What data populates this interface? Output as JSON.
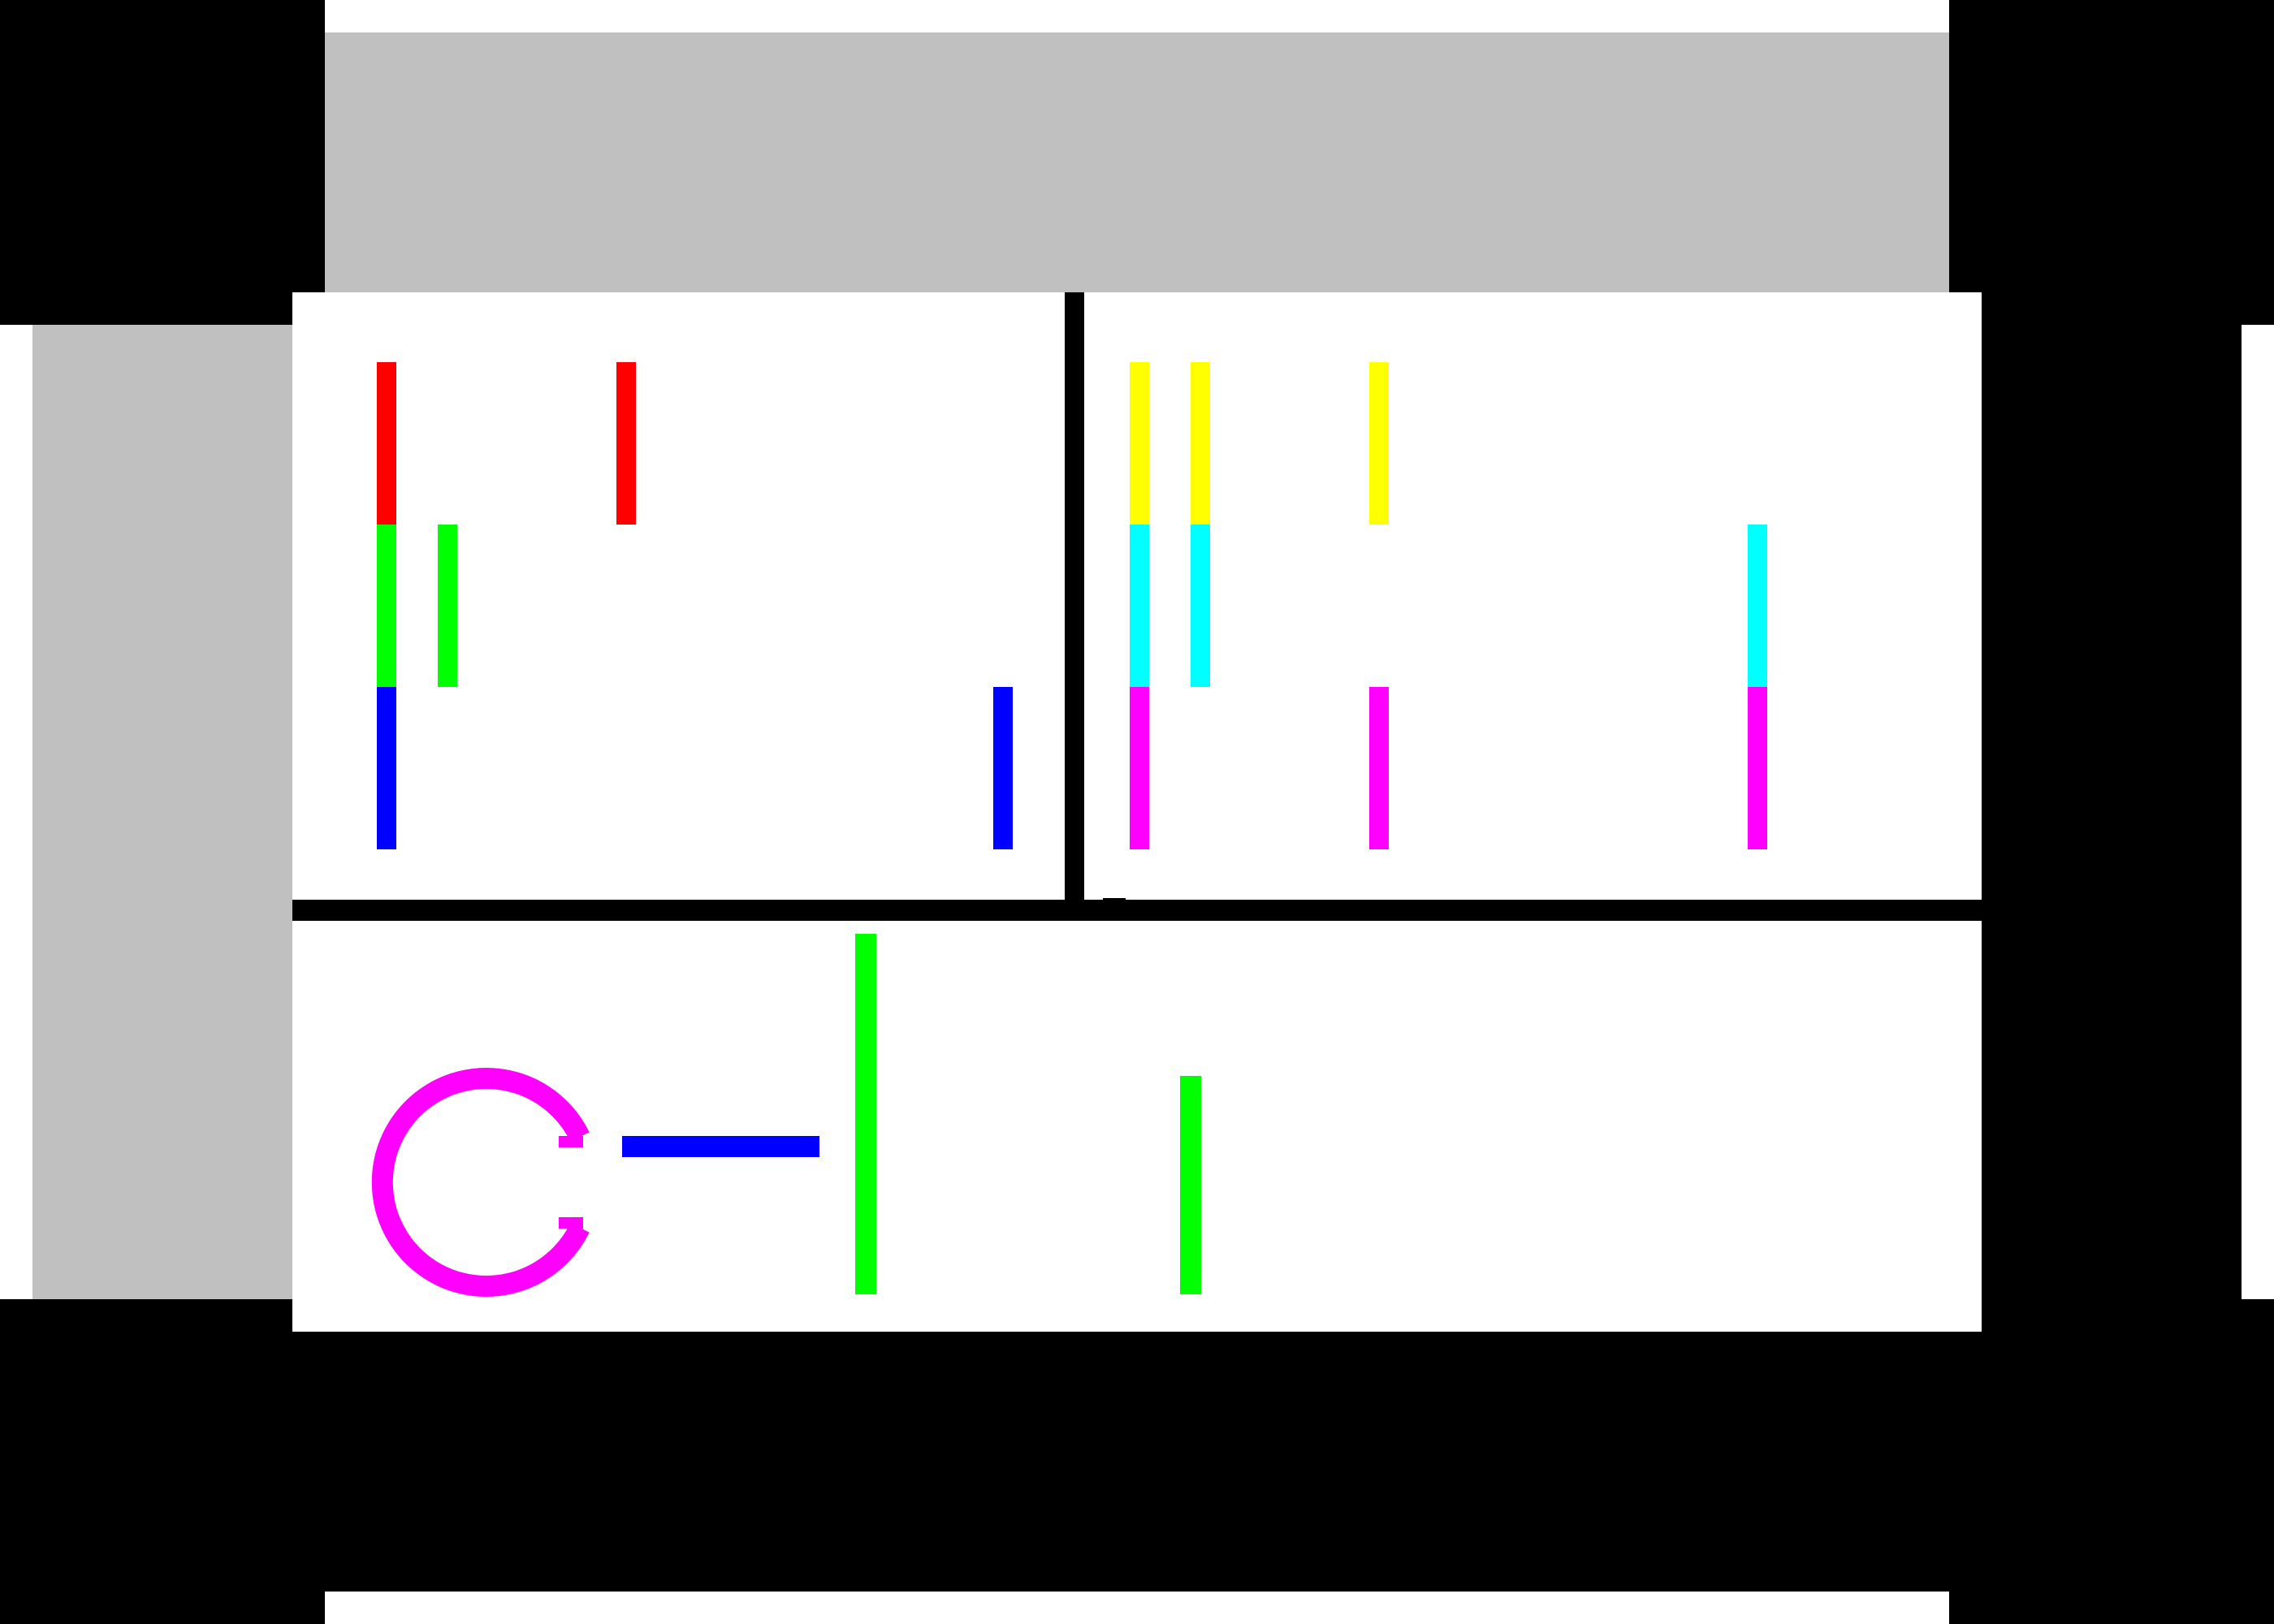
{
  "colors": {
    "background": "#ffffff",
    "frame": "#000000",
    "panel": "#c0c0c0",
    "red": "#ff0000",
    "green": "#00ff00",
    "blue": "#0000ff",
    "yellow": "#ffff00",
    "cyan": "#00ffff",
    "magenta": "#ff00ff"
  },
  "icons": {
    "ring": "magenta-c-ring-icon",
    "bar": "blue-horizontal-bar"
  },
  "marks": [
    "red-bar-1",
    "red-bar-2",
    "green-bar-1",
    "green-bar-2",
    "blue-bar-1",
    "blue-bar-2",
    "yellow-bar-1",
    "yellow-bar-2",
    "yellow-bar-3",
    "cyan-bar-1",
    "cyan-bar-2",
    "cyan-bar-3",
    "magenta-bar-1",
    "magenta-bar-2",
    "magenta-bar-3",
    "green-tall-bar",
    "green-short-bar"
  ]
}
